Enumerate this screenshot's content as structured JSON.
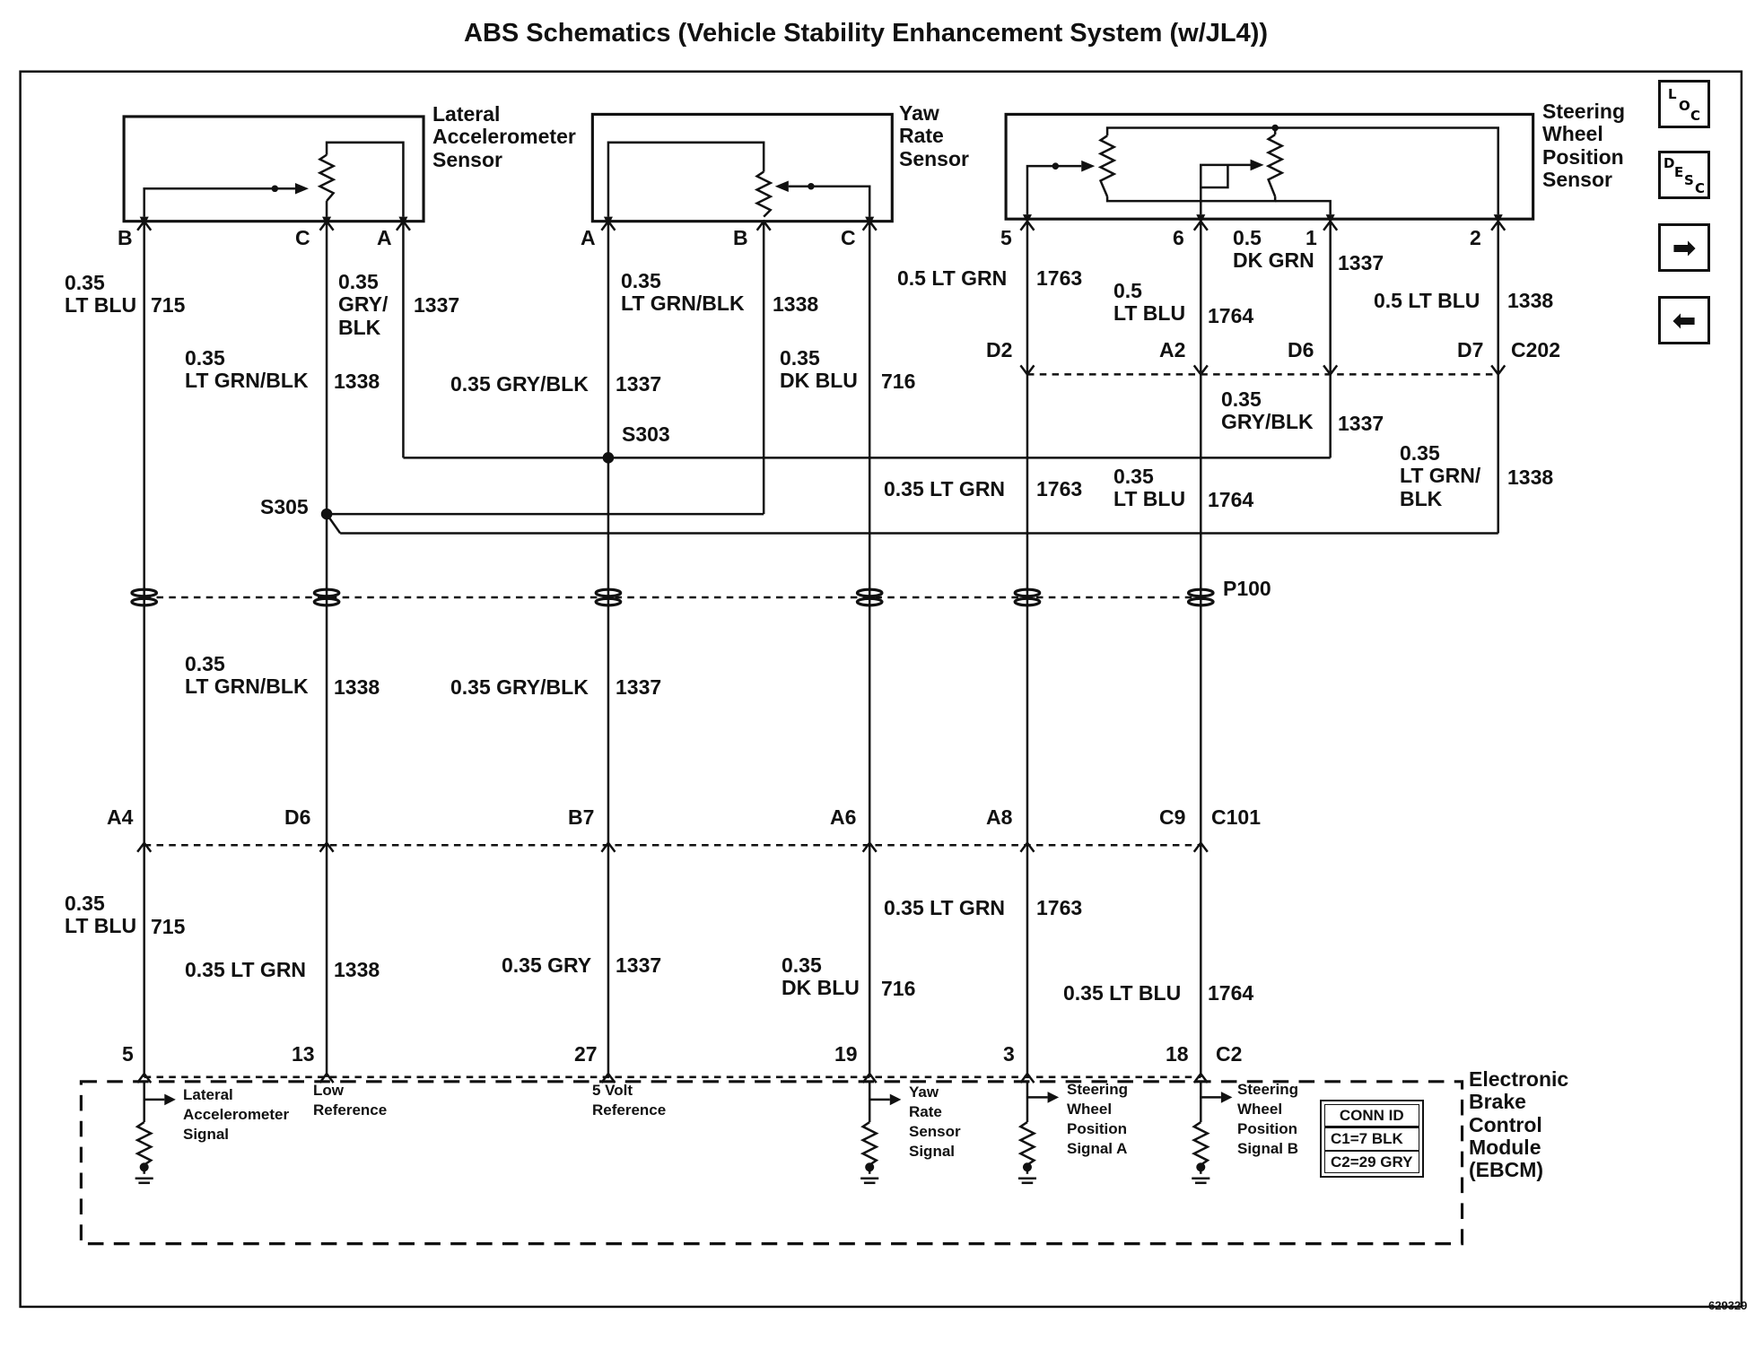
{
  "title": "ABS Schematics (Vehicle Stability Enhancement System (w/JL4))",
  "figure_ref": "629329",
  "components": {
    "lateral_sensor": "Lateral\nAccelerometer\nSensor",
    "yaw_sensor": "Yaw\nRate\nSensor",
    "steering_sensor": "Steering\nWheel\nPosition\nSensor",
    "ebcm": "Electronic\nBrake\nControl\nModule\n(EBCM)"
  },
  "sensor_pins": {
    "lat_b": "B",
    "lat_c": "C",
    "lat_a": "A",
    "yaw_a": "A",
    "yaw_b": "B",
    "yaw_c": "C",
    "sw_5": "5",
    "sw_6": "6",
    "sw_1": "1",
    "sw_2": "2"
  },
  "wire_labels": {
    "w_715_top_gauge": "0.35\nLT BLU",
    "w_715_top_num": "715",
    "w_1337_lat_gauge": "0.35\nGRY/\nBLK",
    "w_1337_lat_num": "1337",
    "w_1338_lat_gauge": "0.35\nLT GRN/BLK",
    "w_1338_lat_num": "1338",
    "w_1338_yaw_gauge": "0.35\nLT GRN/BLK",
    "w_1338_yaw_num": "1338",
    "w_1337_yaw_gauge": "0.35 GRY/BLK",
    "w_1337_yaw_num": "1337",
    "w_716_top_gauge": "0.35\nDK BLU",
    "w_716_top_num": "716",
    "w_1763_top_gauge": "0.5 LT GRN",
    "w_1763_top_num": "1763",
    "w_1764_top_gauge": "0.5\nLT BLU",
    "w_1764_top_num": "1764",
    "w_1337_sw_gauge": "0.5\nDK GRN",
    "w_1337_sw_num": "1337",
    "w_1338_sw_gauge": "0.5 LT BLU",
    "w_1338_sw_num": "1338",
    "w_1337_harn_gauge": "0.35\nGRY/BLK",
    "w_1337_harn_num": "1337",
    "w_1763_mid_gauge": "0.35 LT GRN",
    "w_1763_mid_num": "1763",
    "w_1764_mid_gauge": "0.35\nLT BLU",
    "w_1764_mid_num": "1764",
    "w_1338_harn_gauge": "0.35\nLT GRN/\nBLK",
    "w_1338_harn_num": "1338",
    "w_1338_p100_gauge": "0.35\nLT GRN/BLK",
    "w_1338_p100_num": "1338",
    "w_1337_p100_gauge": "0.35 GRY/BLK",
    "w_1337_p100_num": "1337",
    "w_715_bot_gauge": "0.35\nLT BLU",
    "w_715_bot_num": "715",
    "w_1338_bot_gauge": "0.35 LT GRN",
    "w_1338_bot_num": "1338",
    "w_1337_bot_gauge": "0.35 GRY",
    "w_1337_bot_num": "1337",
    "w_716_bot_gauge": "0.35\nDK BLU",
    "w_716_bot_num": "716",
    "w_1763_bot_gauge": "0.35 LT GRN",
    "w_1763_bot_num": "1763",
    "w_1764_bot_gauge": "0.35 LT BLU",
    "w_1764_bot_num": "1764"
  },
  "splices": {
    "s303": "S303",
    "s305": "S305"
  },
  "connectors": {
    "c202": {
      "name": "C202",
      "pins": [
        "D2",
        "A2",
        "D6",
        "D7"
      ]
    },
    "p100": {
      "name": "P100"
    },
    "c101": {
      "name": "C101",
      "pins": [
        "A4",
        "D6",
        "B7",
        "A6",
        "A8",
        "C9"
      ]
    },
    "c2": {
      "name": "C2",
      "pins": [
        "5",
        "13",
        "27",
        "19",
        "3",
        "18"
      ]
    }
  },
  "ebcm_signals": {
    "lateral": "Lateral\nAccelerometer\nSignal",
    "low_ref": "Low\nReference",
    "volt_ref": "5 Volt\nReference",
    "yaw": "Yaw\nRate\nSensor\nSignal",
    "sw_a": "Steering\nWheel\nPosition\nSignal A",
    "sw_b": "Steering\nWheel\nPosition\nSignal B"
  },
  "conn_id": {
    "title": "CONN ID",
    "c1": "C1=7 BLK",
    "c2": "C2=29 GRY"
  },
  "nav": {
    "loc": {
      "l1": "L",
      "l2": "O",
      "l3": "C"
    },
    "desc": {
      "l1": "D",
      "l2": "E",
      "l3": "S",
      "l4": "C"
    },
    "next_glyph": "➡",
    "prev_glyph": "⬅"
  }
}
